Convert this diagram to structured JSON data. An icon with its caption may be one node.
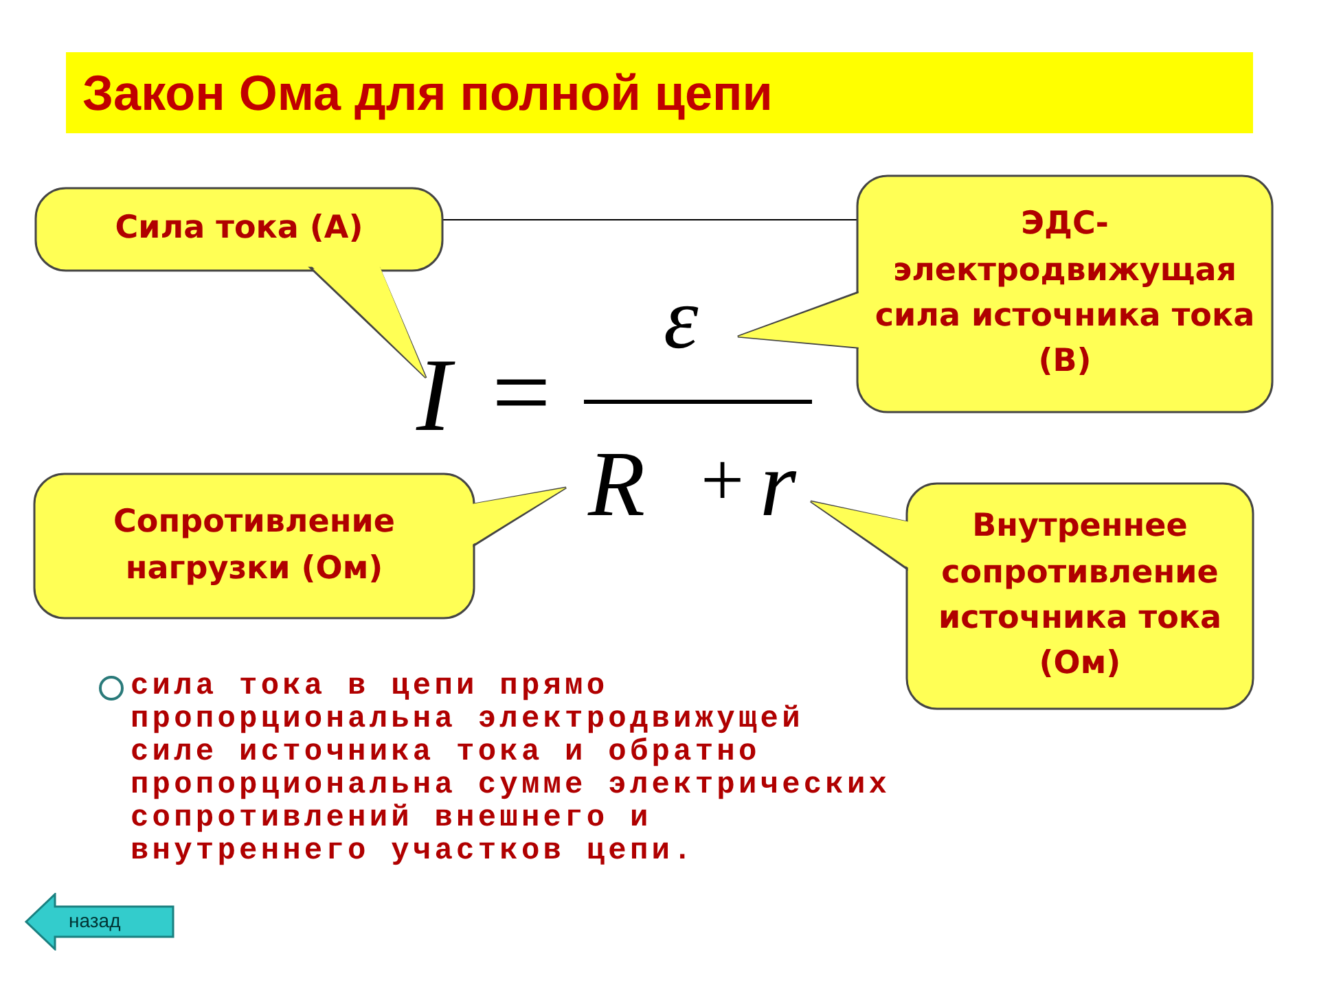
{
  "diagram": {
    "title": "Закон Ома для полной цепи",
    "nodes": [
      {
        "text": [
          "Сила тока (А)"
        ]
      },
      {
        "text": [
          "ЭДС-электродвижущая сила источника тока (В)"
        ]
      },
      {
        "text": [
          "Сопротивление нагрузки (Ом)"
        ]
      },
      {
        "text": [
          "Внутреннее сопротивление источника тока (Ом)"
        ]
      }
    ],
    "edges": [
      {
        "from": 0,
        "to": 1,
        "arrow": "none"
      }
    ],
    "labels": [
      "I",
      "=",
      "ε",
      "R",
      "+",
      "r",
      "сила тока в цепи прямо пропорциональна электродвижущей силе источника тока и обратно пропорциональна сумме электрических сопротивлений внешнего и внутреннего участков цепи.",
      "назад"
    ]
  }
}
